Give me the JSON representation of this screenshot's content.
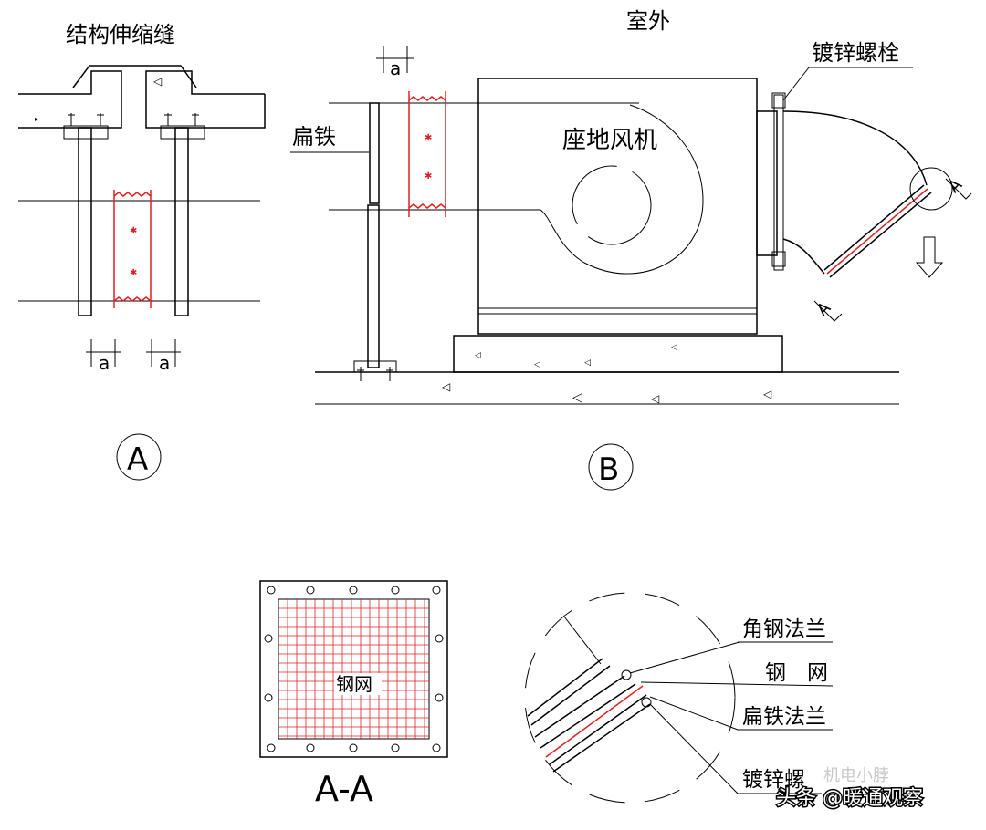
{
  "labels": {
    "expansion_joint": "结构伸缩缝",
    "outdoor": "室外",
    "galv_bolt": "镀锌螺栓",
    "flat_iron": "扁铁",
    "fan": "座地风机",
    "dim_a": "a",
    "section_mark": "A",
    "steel_mesh": "钢网",
    "section_title": "A-A",
    "angle_flange": "角钢法兰",
    "steel_mesh_spaced": "钢　网",
    "flat_iron_flange": "扁铁法兰",
    "galv_bolt_partial": "镀锌螺"
  },
  "circles": {
    "a": "A",
    "b": "B"
  },
  "watermark": {
    "text": "头条 @暖通观察",
    "faint": "机电小脖"
  },
  "colors": {
    "line": "#000000",
    "canvas": "#e02020",
    "background": "#ffffff"
  }
}
